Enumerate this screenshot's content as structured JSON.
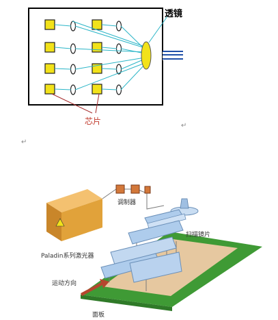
{
  "top_diagram": {
    "label_lens": "透镜",
    "label_chip": "芯片",
    "return_mark": "↵"
  },
  "separator": {
    "return_mark": "↵"
  },
  "bottom_diagram": {
    "label_modulator": "调制器",
    "label_laser": "Paladin系列激光器",
    "label_scan_lens": "扫描镜片",
    "label_direction": "运动方向",
    "label_panel": "面板"
  },
  "colors": {
    "chip_fill": "#f2e21a",
    "beam_cyan": "#2ab5c7",
    "chip_label_red": "#c0392b",
    "connector_blue": "#1f4fa8",
    "laser_body": "#e1a23a",
    "panel_green": "#3f9a35",
    "panel_sand": "#e6c8a0",
    "optic_blue": "#aeccec",
    "direction_arrow": "#b5462f"
  }
}
